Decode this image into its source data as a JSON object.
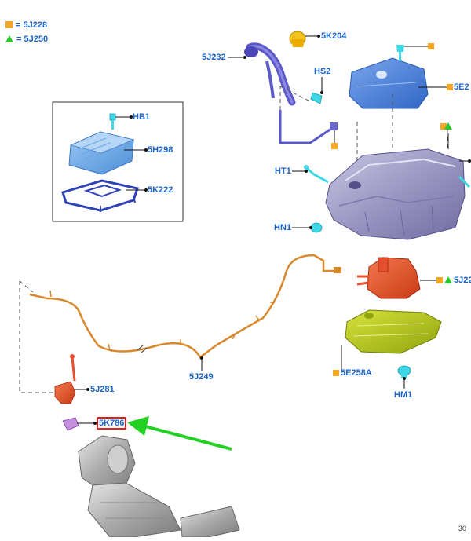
{
  "legend": {
    "square_label": "= 5J228",
    "triangle_label": "= 5J250",
    "square_color": "#f5a623",
    "triangle_color": "#2cc62c"
  },
  "labels": {
    "k204": "5K204",
    "j232": "5J232",
    "hs2": "HS2",
    "e2": "5E2",
    "hb1": "HB1",
    "h298": "5H298",
    "k222": "5K222",
    "ht1": "HT1",
    "hn1": "HN1",
    "j22": "5J22",
    "e258a": "5E258A",
    "hm1": "HM1",
    "j281": "5J281",
    "j249": "5J249",
    "k786": "5K786"
  },
  "corner_text": "30",
  "colors": {
    "label_blue": "#1a63c9",
    "highlight_red": "#e21d1d",
    "arrow_green": "#22d022",
    "tank_lavender": "#9a97c2",
    "heat_shield_blue": "#4f86de",
    "filler_purple": "#5c59c9",
    "pump_red": "#e6502e",
    "canister_yellow": "#b7c918",
    "sensor_cyan": "#3fd6e6",
    "fuel_line_orange": "#d8892e"
  }
}
